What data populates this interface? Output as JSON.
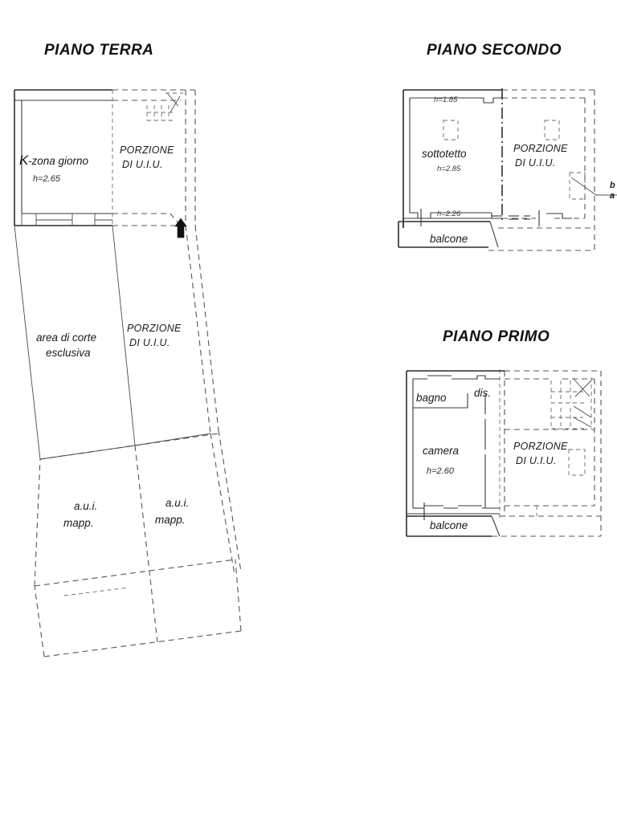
{
  "document": {
    "kind": "architectural-floor-plan",
    "language": "it",
    "background_color": "#ffffff",
    "ink_color": "#1a1a1a"
  },
  "plans": {
    "ground": {
      "title": "PIANO TERRA",
      "labels": {
        "k_glyph": "K",
        "zona_giorno": "-zona giorno",
        "zona_giorno_height": "h=2.65",
        "porzione_line1": "PORZIONE",
        "porzione_line2": "DI U.I.U.",
        "corte_line1": "area di corte",
        "corte_line2": "esclusiva",
        "porzione2_line1": "PORZIONE",
        "porzione2_line2": "DI U.I.U.",
        "aui_left_line1": "a.u.i.",
        "aui_left_line2": "mapp.",
        "aui_right_line1": "a.u.i.",
        "aui_right_line2": "mapp."
      }
    },
    "second": {
      "title": "PIANO SECONDO",
      "labels": {
        "h_top": "h=1.85",
        "sottotetto": "sottotetto",
        "sottotetto_height": "h=2.85",
        "h_bottom": "h=2.26",
        "balcone": "balcone",
        "porzione_line1": "PORZIONE",
        "porzione_line2": "DI U.I.U.",
        "cut_note_line1": "b",
        "cut_note_line2": "a"
      }
    },
    "first": {
      "title": "PIANO PRIMO",
      "labels": {
        "bagno": "bagno",
        "dis": "dis.",
        "camera": "camera",
        "camera_height": "h=2.60",
        "balcone": "balcone",
        "porzione_line1": "PORZIONE",
        "porzione_line2": "DI U.I.U."
      }
    }
  }
}
